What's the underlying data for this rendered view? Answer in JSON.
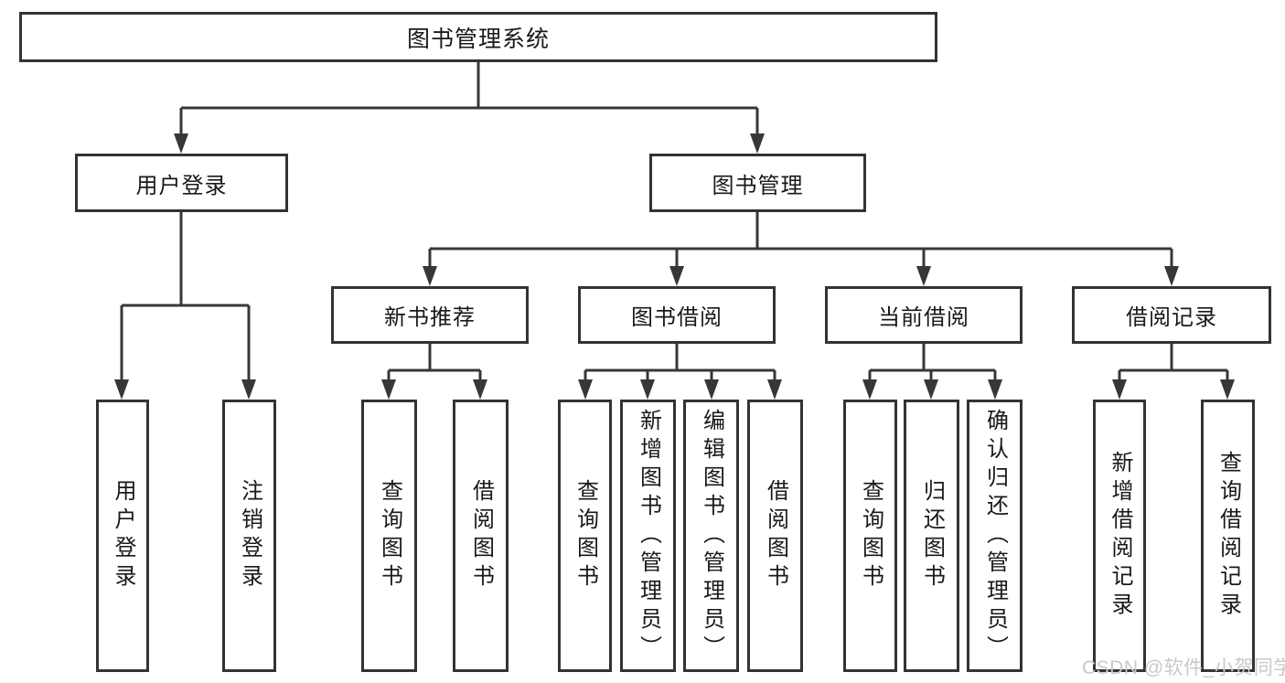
{
  "diagram_title": "图书管理系统",
  "tree": {
    "label": "图书管理系统",
    "children": [
      {
        "label": "用户登录",
        "children": [
          {
            "label": "用户登录"
          },
          {
            "label": "注销登录"
          }
        ]
      },
      {
        "label": "图书管理",
        "children": [
          {
            "label": "新书推荐",
            "children": [
              {
                "label": "查询图书"
              },
              {
                "label": "借阅图书"
              }
            ]
          },
          {
            "label": "图书借阅",
            "children": [
              {
                "label": "查询图书"
              },
              {
                "label": "新增图书（管理员）"
              },
              {
                "label": "编辑图书（管理员）"
              },
              {
                "label": "借阅图书"
              }
            ]
          },
          {
            "label": "当前借阅",
            "children": [
              {
                "label": "查询图书"
              },
              {
                "label": "归还图书"
              },
              {
                "label": "确认归还（管理员）"
              }
            ]
          },
          {
            "label": "借阅记录",
            "children": [
              {
                "label": "新增借阅记录"
              },
              {
                "label": "查询借阅记录"
              }
            ]
          }
        ]
      }
    ]
  },
  "watermark": {
    "text": "CSDN @软件_小贺同学"
  },
  "colors": {
    "line": "#373737",
    "box_border": "#333333",
    "text": "#191919",
    "background": "#ffffff",
    "watermark": "#c9c9c9"
  }
}
